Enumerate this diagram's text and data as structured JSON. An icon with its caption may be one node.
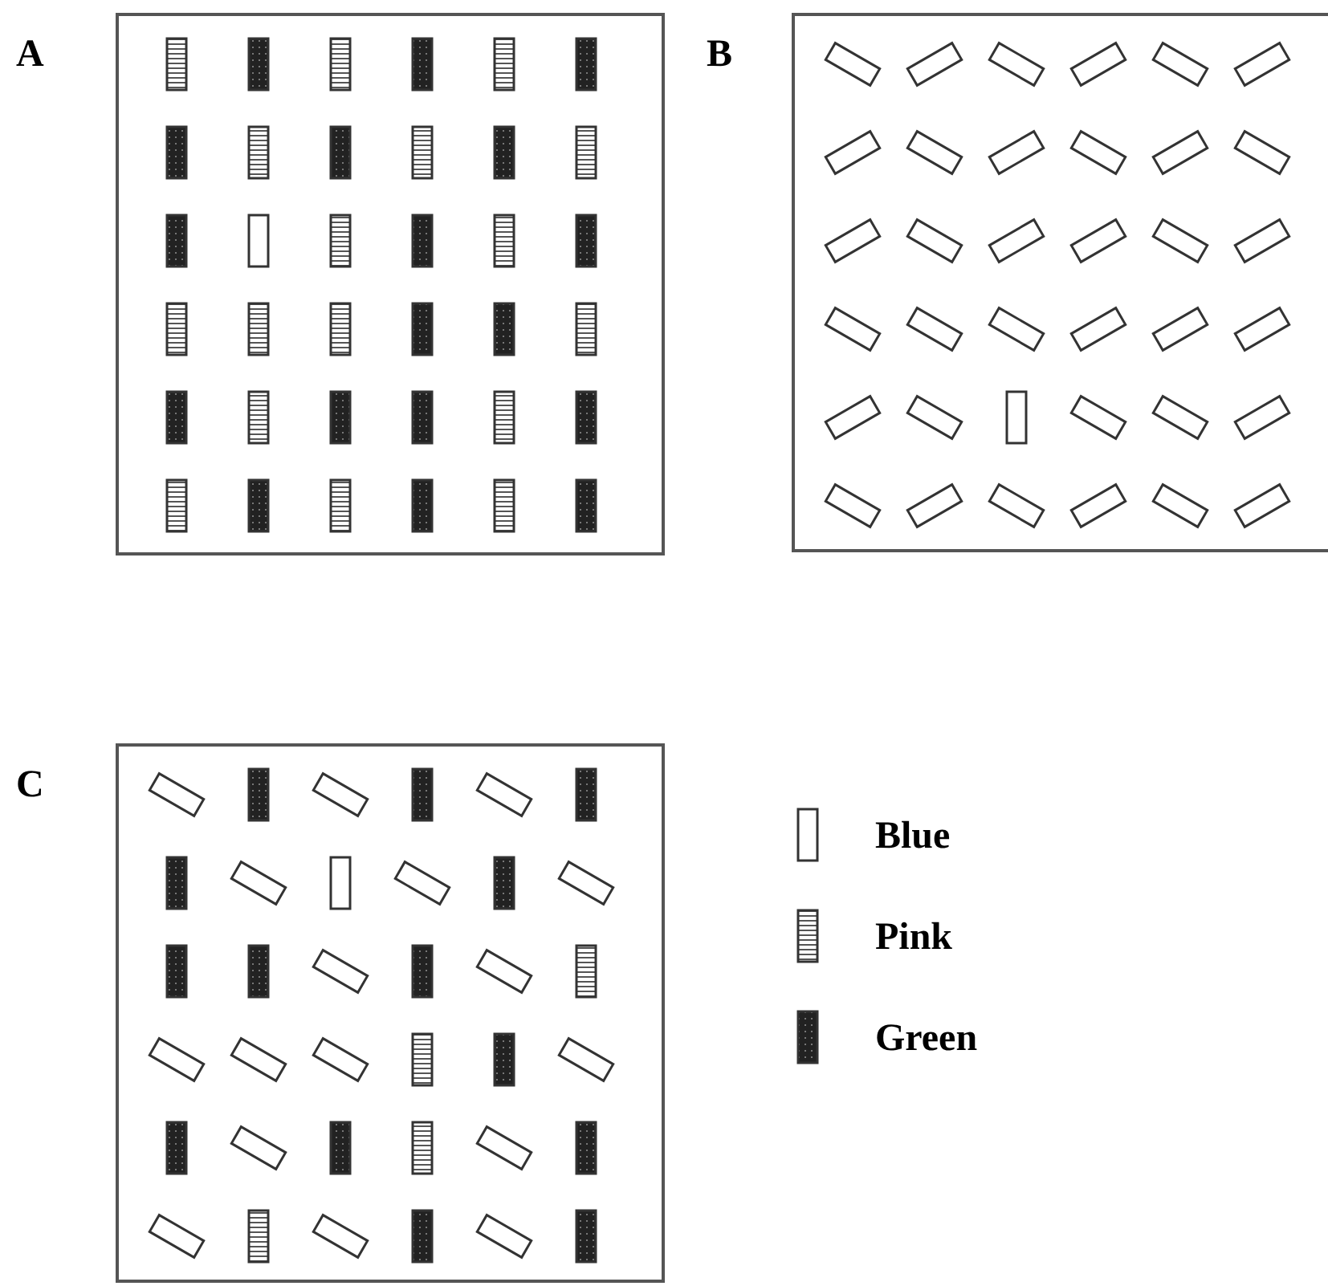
{
  "diagram": {
    "labels": [
      "A",
      "B",
      "C"
    ],
    "legend": [
      {
        "text": "Blue"
      },
      {
        "text": "Pink"
      },
      {
        "text": "Green"
      }
    ]
  }
}
